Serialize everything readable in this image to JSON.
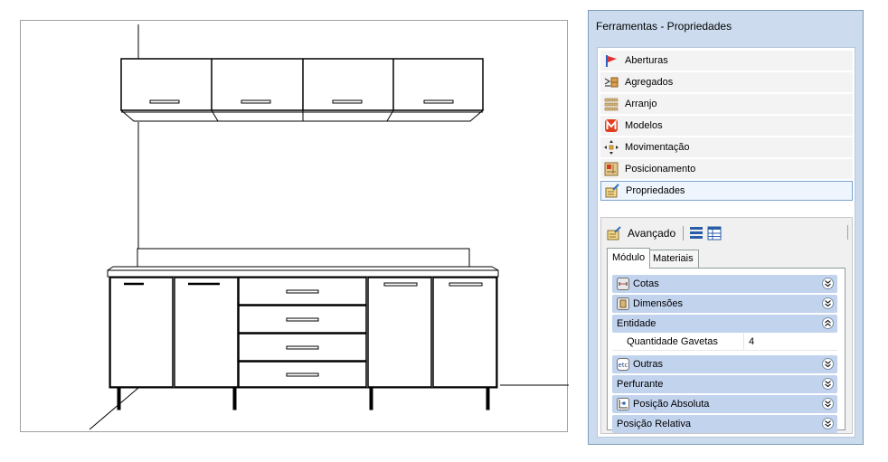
{
  "panel": {
    "title": "Ferramentas - Propriedades",
    "tools": [
      {
        "label": "Aberturas",
        "icon": "flag-icon"
      },
      {
        "label": "Agregados",
        "icon": "aggregate-icon"
      },
      {
        "label": "Arranjo",
        "icon": "grid-icon"
      },
      {
        "label": "Modelos",
        "icon": "m-logo-icon"
      },
      {
        "label": "Movimentação",
        "icon": "move-icon"
      },
      {
        "label": "Posicionamento",
        "icon": "position-icon"
      },
      {
        "label": "Propriedades",
        "icon": "properties-icon",
        "selected": true
      }
    ],
    "properties": {
      "advanced_label": "Avançado",
      "tabs": [
        "Módulo",
        "Materiais"
      ],
      "active_tab": "Módulo",
      "groups": [
        {
          "label": "Cotas",
          "icon": "dimension-icon",
          "expanded": false
        },
        {
          "label": "Dimensões",
          "icon": "size-icon",
          "expanded": false
        },
        {
          "label": "Entidade",
          "icon": "",
          "expanded": true,
          "rows": [
            {
              "name": "Quantidade Gavetas",
              "value": "4"
            }
          ]
        },
        {
          "label": "Outras",
          "icon": "etc-icon",
          "expanded": false
        },
        {
          "label": "Perfurante",
          "icon": "",
          "expanded": false
        },
        {
          "label": "Posição Absoluta",
          "icon": "coordinates-icon",
          "expanded": false
        },
        {
          "label": "Posição Relativa",
          "icon": "",
          "expanded": false
        }
      ]
    }
  },
  "colors": {
    "panel_bg": "#ccdcee",
    "group_header": "#c2d3ee",
    "selection_border": "#7da2ce"
  }
}
